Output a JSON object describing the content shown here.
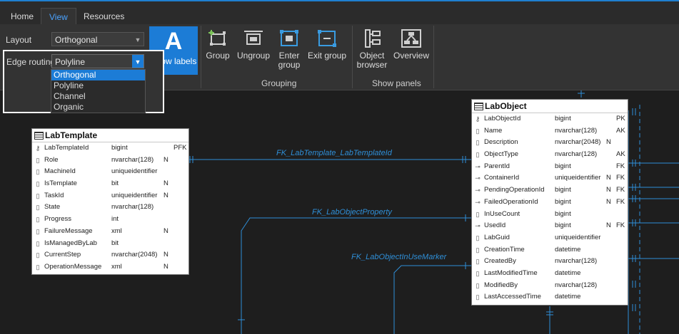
{
  "tabs": [
    {
      "label": "Home"
    },
    {
      "label": "View"
    },
    {
      "label": "Resources"
    }
  ],
  "ribbon": {
    "layout_label": "Layout",
    "layout_value": "Orthogonal",
    "edge_routing_label": "Edge routing",
    "edge_routing_value": "Polyline",
    "edge_routing_options": [
      "Orthogonal",
      "Polyline",
      "Channel",
      "Organic"
    ],
    "show_labels": "Show labels",
    "group": "Group",
    "ungroup": "Ungroup",
    "enter_group_l1": "Enter",
    "enter_group_l2": "group",
    "exit_group": "Exit group",
    "object_browser_l1": "Object",
    "object_browser_l2": "browser",
    "overview": "Overview",
    "group_grouping": "Grouping",
    "group_show_panels": "Show panels"
  },
  "relations": {
    "r1": "FK_LabTemplate_LabTemplateId",
    "r2": "FK_LabObjectProperty",
    "r3": "FK_LabObjectInUseMarker"
  },
  "lab_template": {
    "title": "LabTemplate",
    "rows": [
      {
        "icon": "key",
        "name": "LabTemplateId",
        "type": "bigint",
        "null": "",
        "key": "PFK"
      },
      {
        "icon": "col",
        "name": "Role",
        "type": "nvarchar(128)",
        "null": "N",
        "key": ""
      },
      {
        "icon": "col",
        "name": "MachineId",
        "type": "uniqueidentifier",
        "null": "",
        "key": ""
      },
      {
        "icon": "col",
        "name": "IsTemplate",
        "type": "bit",
        "null": "N",
        "key": ""
      },
      {
        "icon": "col",
        "name": "TaskId",
        "type": "uniqueidentifier",
        "null": "N",
        "key": ""
      },
      {
        "icon": "col",
        "name": "State",
        "type": "nvarchar(128)",
        "null": "",
        "key": ""
      },
      {
        "icon": "col",
        "name": "Progress",
        "type": "int",
        "null": "",
        "key": ""
      },
      {
        "icon": "col",
        "name": "FailureMessage",
        "type": "xml",
        "null": "N",
        "key": ""
      },
      {
        "icon": "col",
        "name": "IsManagedByLab",
        "type": "bit",
        "null": "",
        "key": ""
      },
      {
        "icon": "col",
        "name": "CurrentStep",
        "type": "nvarchar(2048)",
        "null": "N",
        "key": ""
      },
      {
        "icon": "col",
        "name": "OperationMessage",
        "type": "xml",
        "null": "N",
        "key": ""
      }
    ]
  },
  "lab_object": {
    "title": "LabObject",
    "rows": [
      {
        "icon": "key",
        "name": "LabObjectId",
        "type": "bigint",
        "null": "",
        "key": "PK"
      },
      {
        "icon": "col",
        "name": "Name",
        "type": "nvarchar(128)",
        "null": "",
        "key": "AK"
      },
      {
        "icon": "col",
        "name": "Description",
        "type": "nvarchar(2048)",
        "null": "N",
        "key": ""
      },
      {
        "icon": "col",
        "name": "ObjectType",
        "type": "nvarchar(128)",
        "null": "",
        "key": "AK"
      },
      {
        "icon": "fk",
        "name": "ParentId",
        "type": "bigint",
        "null": "",
        "key": "FK"
      },
      {
        "icon": "fk",
        "name": "ContainerId",
        "type": "uniqueidentifier",
        "null": "N",
        "key": "FK"
      },
      {
        "icon": "fk",
        "name": "PendingOperationId",
        "type": "bigint",
        "null": "N",
        "key": "FK"
      },
      {
        "icon": "fk",
        "name": "FailedOperationId",
        "type": "bigint",
        "null": "N",
        "key": "FK"
      },
      {
        "icon": "col",
        "name": "InUseCount",
        "type": "bigint",
        "null": "",
        "key": ""
      },
      {
        "icon": "fk",
        "name": "UsedId",
        "type": "bigint",
        "null": "N",
        "key": "FK"
      },
      {
        "icon": "col",
        "name": "LabGuid",
        "type": "uniqueidentifier",
        "null": "",
        "key": ""
      },
      {
        "icon": "col",
        "name": "CreationTime",
        "type": "datetime",
        "null": "",
        "key": ""
      },
      {
        "icon": "col",
        "name": "CreatedBy",
        "type": "nvarchar(128)",
        "null": "",
        "key": ""
      },
      {
        "icon": "col",
        "name": "LastModifiedTime",
        "type": "datetime",
        "null": "",
        "key": ""
      },
      {
        "icon": "col",
        "name": "ModifiedBy",
        "type": "nvarchar(128)",
        "null": "",
        "key": ""
      },
      {
        "icon": "col",
        "name": "LastAccessedTime",
        "type": "datetime",
        "null": "",
        "key": ""
      }
    ]
  },
  "colors": {
    "accent": "#1c7cd6",
    "line": "#2f8fd8",
    "background": "#1e1e1e"
  }
}
